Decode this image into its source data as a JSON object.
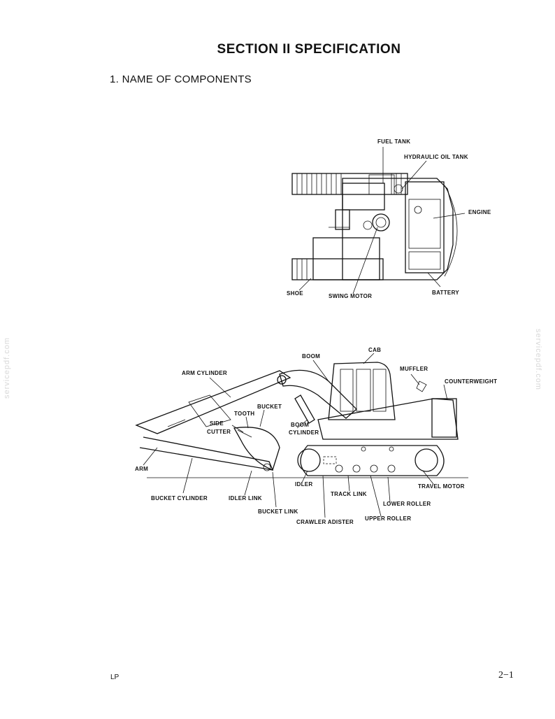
{
  "header": {
    "section_title": "SECTION II   SPECIFICATION",
    "subsection_title": "1.   NAME OF COMPONENTS"
  },
  "top_view_labels": {
    "fuel_tank": "FUEL TANK",
    "hydraulic_oil_tank": "HYDRAULIC OIL TANK",
    "engine": "ENGINE",
    "shoe": "SHOE",
    "swing_motor": "SWING MOTOR",
    "battery": "BATTERY"
  },
  "side_view_labels": {
    "boom": "BOOM",
    "cab": "CAB",
    "arm_cylinder": "ARM CYLINDER",
    "muffler": "MUFFLER",
    "counterweight": "COUNTERWEIGHT",
    "bucket": "BUCKET",
    "tooth": "TOOTH",
    "side": "SIDE",
    "cutter": "CUTTER",
    "boom_line1": "BOOM",
    "boom_line2": "CYLINDER",
    "arm": "ARM",
    "idler": "IDLER",
    "travel_motor": "TRAVEL MOTOR",
    "track_link": "TRACK LINK",
    "bucket_cylinder": "BUCKET CYLINDER",
    "idler_link": "IDLER LINK",
    "lower_roller": "LOWER ROLLER",
    "bucket_link": "BUCKET LINK",
    "upper_roller": "UPPER ROLLER",
    "crawler_adjuster": "CRAWLER ADISTER"
  },
  "watermark": "servicepdf.com",
  "footer": {
    "left": "LP",
    "page_number": "2−1"
  }
}
